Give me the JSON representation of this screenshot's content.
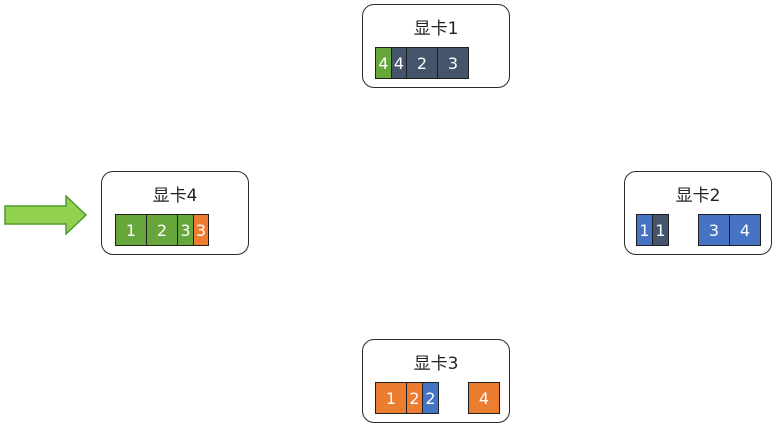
{
  "cards": {
    "gpu1": {
      "title": "显卡1",
      "cells": [
        "4",
        "4",
        "2",
        "3"
      ]
    },
    "gpu2": {
      "title": "显卡2",
      "cells": [
        "1",
        "1",
        "3",
        "4"
      ]
    },
    "gpu3": {
      "title": "显卡3",
      "cells": [
        "1",
        "2",
        "2",
        "4"
      ]
    },
    "gpu4": {
      "title": "显卡4",
      "cells": [
        "1",
        "2",
        "3",
        "3"
      ]
    }
  },
  "colors": {
    "green": "#67a63b",
    "dark": "#44546a",
    "blue": "#4673c4",
    "orange": "#ec7c30",
    "arrow": "#92d050"
  }
}
